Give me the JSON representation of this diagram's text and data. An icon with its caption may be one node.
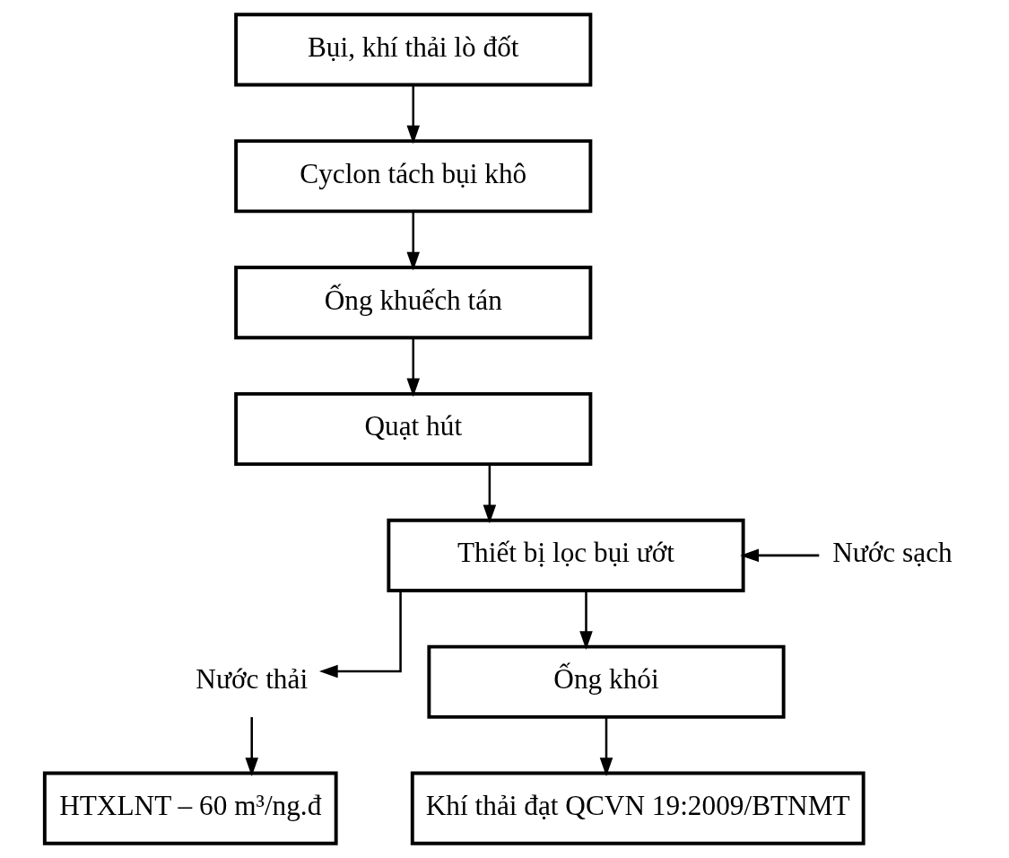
{
  "diagram": {
    "nodes": [
      {
        "text": [
          "Bụi, khí thải lò đốt"
        ]
      },
      {
        "text": [
          "Cyclon tách bụi khô"
        ]
      },
      {
        "text": [
          "Ống khuếch tán"
        ]
      },
      {
        "text": [
          "Quạt hút"
        ]
      },
      {
        "text": [
          "Thiết bị lọc bụi ướt"
        ]
      },
      {
        "text": [
          "Nước sạch"
        ]
      },
      {
        "text": [
          "Nước thải"
        ]
      },
      {
        "text": [
          "Ống khói"
        ]
      },
      {
        "text": [
          "HTXLNT – 60 m³/ng.đ"
        ]
      },
      {
        "text": [
          "Khí thải đạt QCVN 19:2009/BTNMT"
        ]
      }
    ],
    "edges": [
      {
        "from": 0,
        "to": 1,
        "arrow": "to"
      },
      {
        "from": 1,
        "to": 2,
        "arrow": "to"
      },
      {
        "from": 2,
        "to": 3,
        "arrow": "to"
      },
      {
        "from": 3,
        "to": 4,
        "arrow": "to"
      },
      {
        "from": 5,
        "to": 4,
        "arrow": "to"
      },
      {
        "from": 4,
        "to": 6,
        "arrow": "to"
      },
      {
        "from": 6,
        "to": 8,
        "arrow": "to"
      },
      {
        "from": 4,
        "to": 7,
        "arrow": "to"
      },
      {
        "from": 7,
        "to": 9,
        "arrow": "to"
      }
    ]
  }
}
